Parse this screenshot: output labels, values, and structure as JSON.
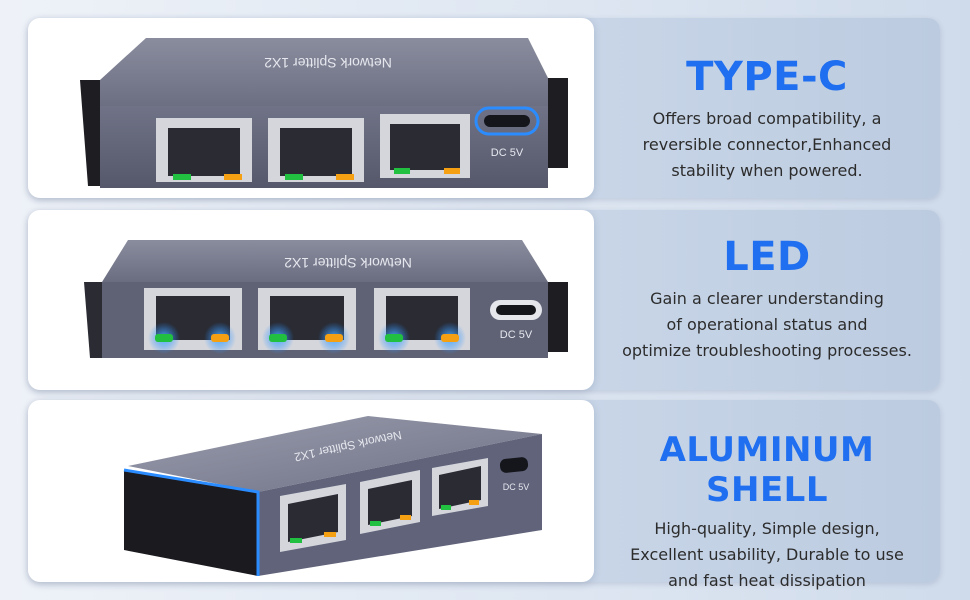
{
  "product": {
    "device_label": "Network Splitter 1X2",
    "port_label": "DC 5V"
  },
  "features": [
    {
      "title": "TYPE-C",
      "lines": [
        "Offers broad compatibility, a",
        "reversible connector,Enhanced",
        "stability when powered."
      ]
    },
    {
      "title": "LED",
      "lines": [
        "Gain a clearer understanding",
        "of operational status and",
        "optimize troubleshooting processes."
      ]
    },
    {
      "title": "ALUMINUM SHELL",
      "lines": [
        "High-quality, Simple design,",
        "Excellent usability, Durable to use",
        "and fast heat dissipation"
      ]
    }
  ],
  "colors": {
    "accent_blue": "#1f6ff0",
    "shell_gray": "#6b6e80",
    "led_green": "#22c040",
    "led_orange": "#f5a012",
    "glow_blue": "#2a8cff"
  },
  "icons": [
    "rj45-port-icon",
    "usb-c-port-icon",
    "led-indicator-icon"
  ]
}
